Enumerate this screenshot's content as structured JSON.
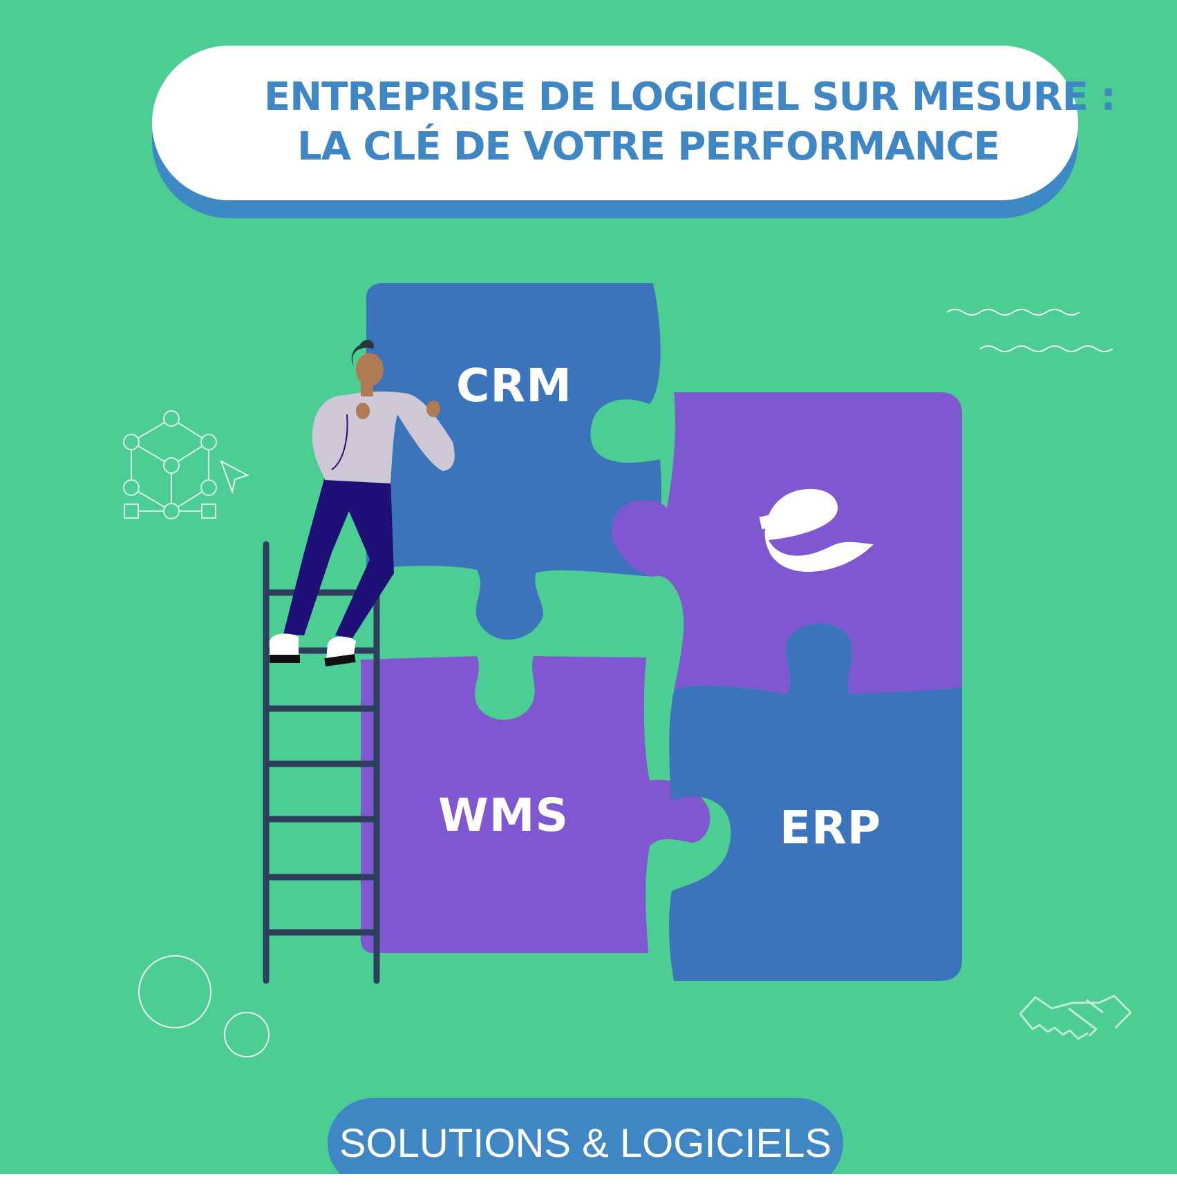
{
  "header": {
    "title_line_1": "ENTREPRISE DE LOGICIEL SUR MESURE :",
    "title_line_2": "LA CLÉ DE VOTRE PERFORMANCE"
  },
  "puzzle": {
    "pieces": [
      {
        "label": "CRM",
        "color": "#3b74ba"
      },
      {
        "label": "WMS",
        "color": "#7f58d1"
      },
      {
        "label": "ERP",
        "color": "#3b74ba"
      },
      {
        "label": "",
        "color": "#7f58d1",
        "logo": "e"
      }
    ]
  },
  "footer": {
    "tagline": "SOLUTIONS & LOGICIELS"
  },
  "decorations": {
    "icons": [
      "network-cube-icon",
      "cursor-arrow-icon",
      "wave-lines-icon",
      "circles-icon",
      "handshake-icon"
    ]
  },
  "colors": {
    "background": "#4bcd93",
    "blue": "#3f86c4",
    "puzzle_blue": "#3b74ba",
    "puzzle_purple": "#7f58d1",
    "white": "#ffffff"
  }
}
